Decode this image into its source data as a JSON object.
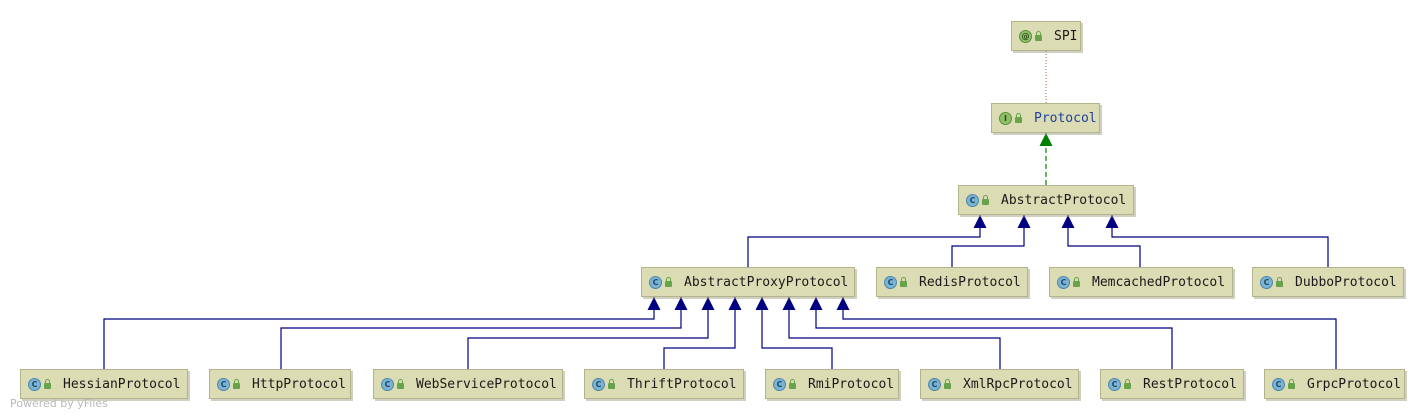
{
  "diagram": {
    "nodes": [
      {
        "id": "spi",
        "label": "SPI",
        "kind": "annotation",
        "badge": "@"
      },
      {
        "id": "protocol",
        "label": "Protocol",
        "kind": "interface",
        "badge": "I"
      },
      {
        "id": "abstract",
        "label": "AbstractProtocol",
        "kind": "class",
        "badge": "C"
      },
      {
        "id": "proxy",
        "label": "AbstractProxyProtocol",
        "kind": "class",
        "badge": "C"
      },
      {
        "id": "redis",
        "label": "RedisProtocol",
        "kind": "class",
        "badge": "C"
      },
      {
        "id": "memcached",
        "label": "MemcachedProtocol",
        "kind": "class",
        "badge": "C"
      },
      {
        "id": "dubbo",
        "label": "DubboProtocol",
        "kind": "class",
        "badge": "C"
      },
      {
        "id": "hessian",
        "label": "HessianProtocol",
        "kind": "class",
        "badge": "C"
      },
      {
        "id": "http",
        "label": "HttpProtocol",
        "kind": "class",
        "badge": "C"
      },
      {
        "id": "webservice",
        "label": "WebServiceProtocol",
        "kind": "class",
        "badge": "C"
      },
      {
        "id": "thrift",
        "label": "ThriftProtocol",
        "kind": "class",
        "badge": "C"
      },
      {
        "id": "rmi",
        "label": "RmiProtocol",
        "kind": "class",
        "badge": "C"
      },
      {
        "id": "xmlrpc",
        "label": "XmlRpcProtocol",
        "kind": "class",
        "badge": "C"
      },
      {
        "id": "rest",
        "label": "RestProtocol",
        "kind": "class",
        "badge": "C"
      },
      {
        "id": "grpc",
        "label": "GrpcProtocol",
        "kind": "class",
        "badge": "C"
      }
    ],
    "edges": [
      {
        "from": "protocol",
        "to": "spi",
        "type": "annotated-by"
      },
      {
        "from": "abstract",
        "to": "protocol",
        "type": "implements"
      },
      {
        "from": "proxy",
        "to": "abstract",
        "type": "extends"
      },
      {
        "from": "redis",
        "to": "abstract",
        "type": "extends"
      },
      {
        "from": "memcached",
        "to": "abstract",
        "type": "extends"
      },
      {
        "from": "dubbo",
        "to": "abstract",
        "type": "extends"
      },
      {
        "from": "hessian",
        "to": "proxy",
        "type": "extends"
      },
      {
        "from": "http",
        "to": "proxy",
        "type": "extends"
      },
      {
        "from": "webservice",
        "to": "proxy",
        "type": "extends"
      },
      {
        "from": "thrift",
        "to": "proxy",
        "type": "extends"
      },
      {
        "from": "rmi",
        "to": "proxy",
        "type": "extends"
      },
      {
        "from": "xmlrpc",
        "to": "proxy",
        "type": "extends"
      },
      {
        "from": "rest",
        "to": "proxy",
        "type": "extends"
      },
      {
        "from": "grpc",
        "to": "proxy",
        "type": "extends"
      }
    ],
    "colors": {
      "node_fill": "#dcdcb4",
      "extends_line": "#000080",
      "implements_line": "#008000",
      "annotation_line": "#b08060",
      "interface_label": "#1f3f9c"
    }
  },
  "watermark": "Powered by yFiles"
}
